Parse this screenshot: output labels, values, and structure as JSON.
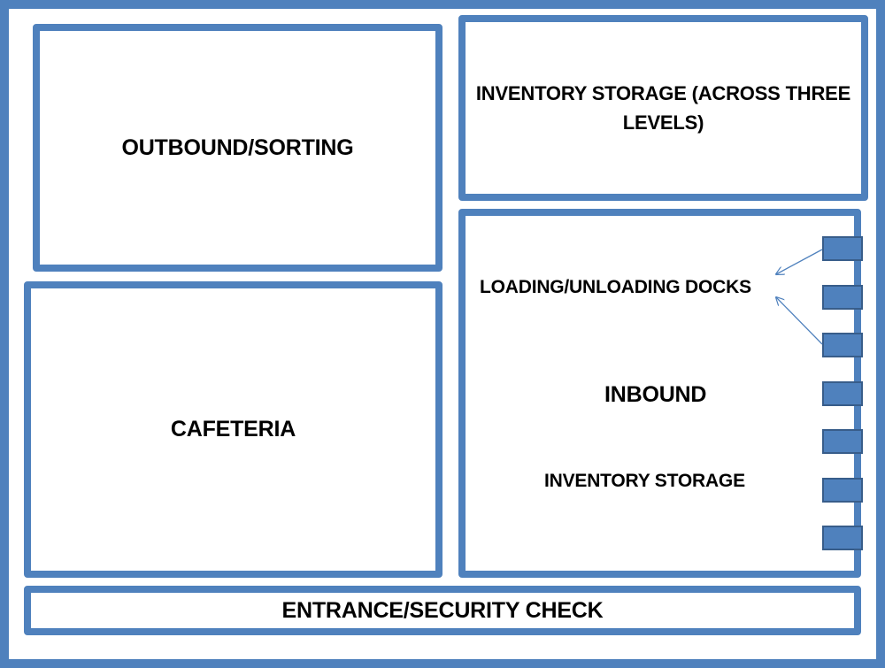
{
  "rooms": {
    "outbound": "OUTBOUND/SORTING",
    "inventory_top": "INVENTORY STORAGE (ACROSS THREE LEVELS)",
    "cafeteria": "CAFETERIA",
    "entrance": "ENTRANCE/SECURITY CHECK"
  },
  "inbound_area": {
    "docks_label": "LOADING/UNLOADING DOCKS",
    "inbound_label": "INBOUND",
    "storage_label": "INVENTORY STORAGE"
  },
  "docks": [
    "dock-1",
    "dock-2",
    "dock-3",
    "dock-4",
    "dock-5",
    "dock-6",
    "dock-7"
  ],
  "colors": {
    "frame": "#4f81bd",
    "dock_fill": "#4f81bd",
    "dock_border": "#385d8a",
    "background": "#000000",
    "text": "#000000"
  }
}
